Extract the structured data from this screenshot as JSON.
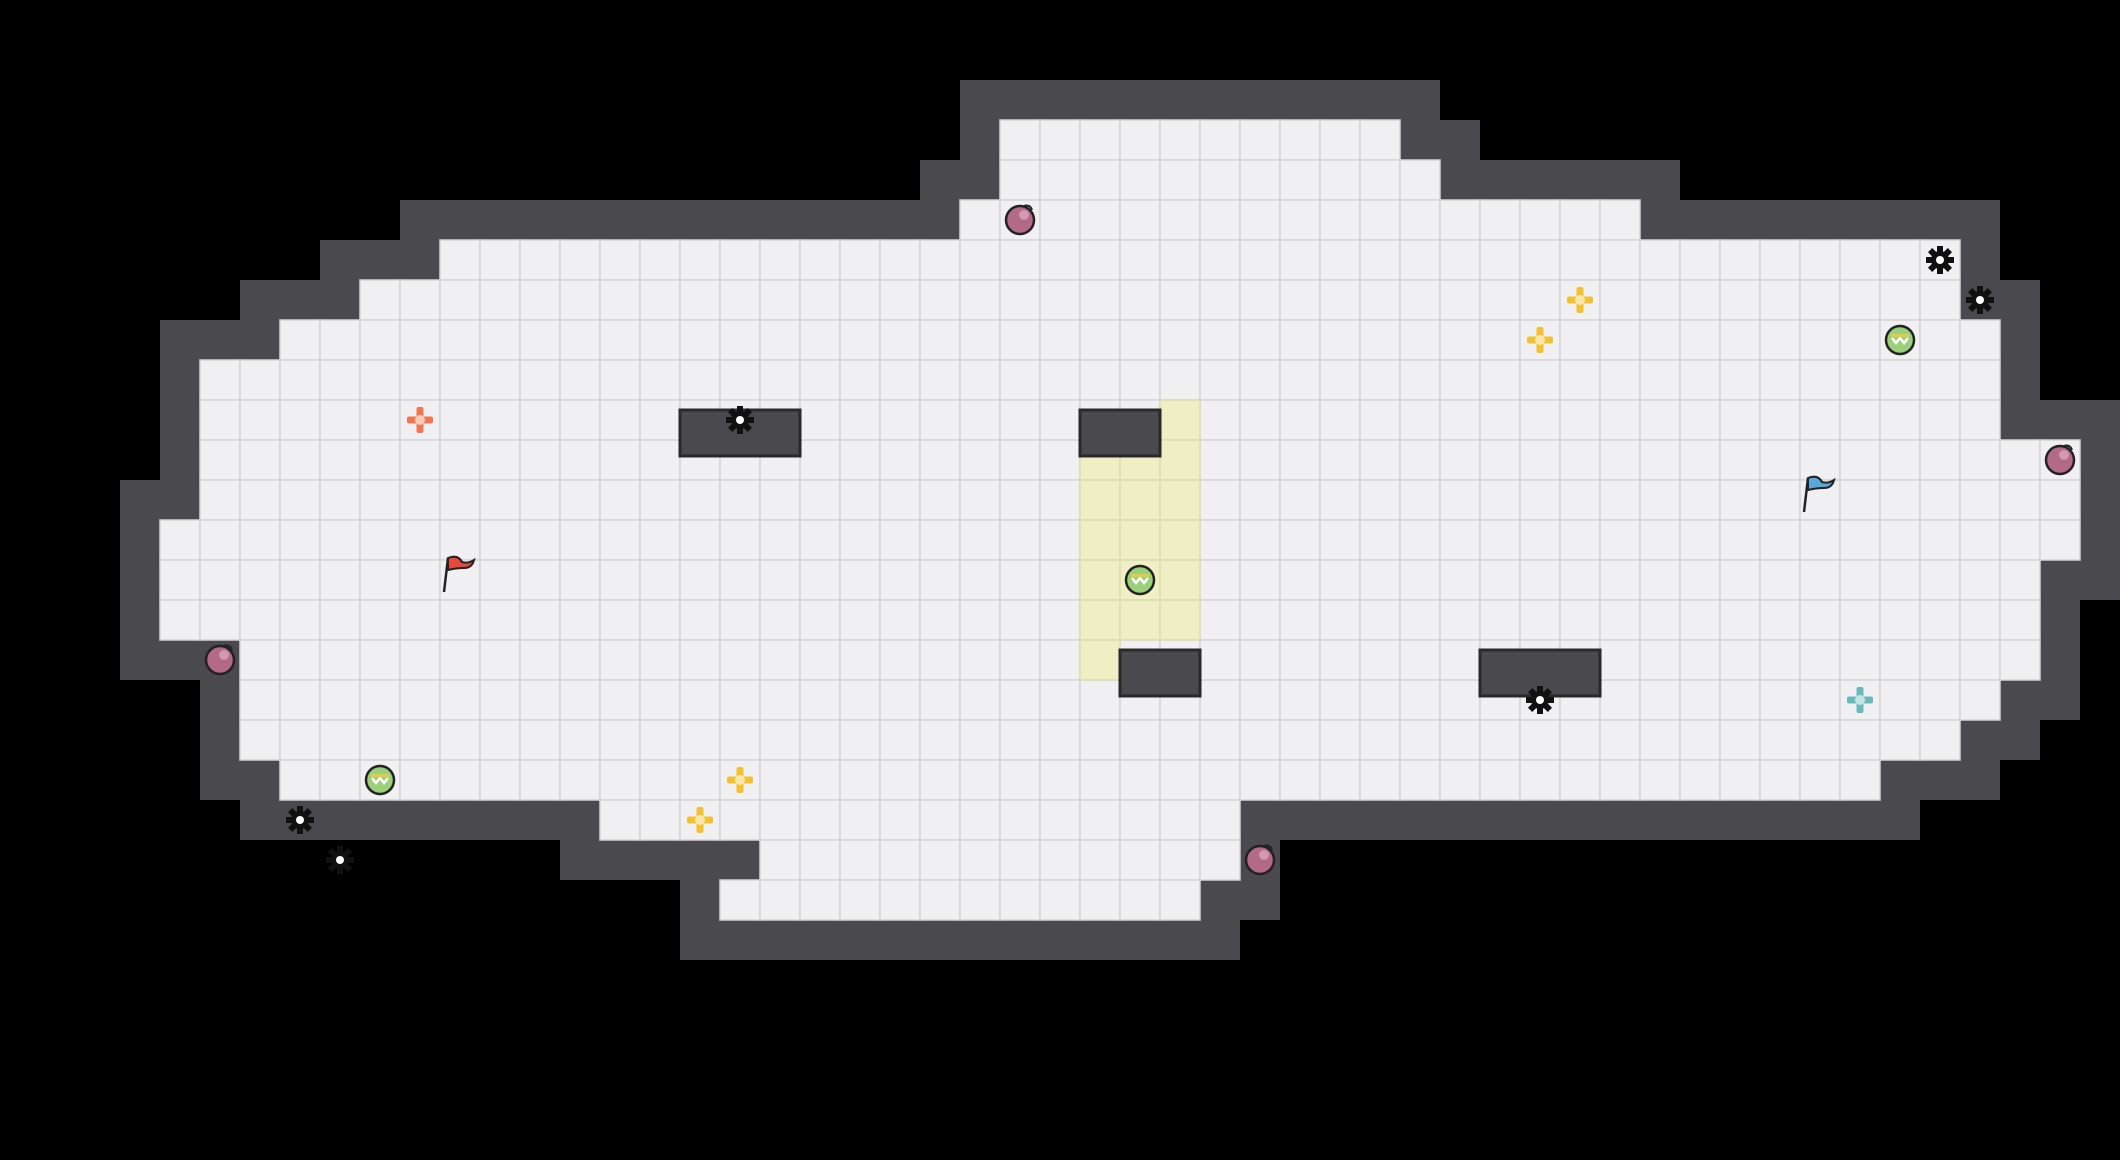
{
  "game": {
    "background": "#000000",
    "floor_color": "#f0f0f2",
    "grid_color": "#d4d4d8",
    "wall_color": "#4a4a4e",
    "wall_edge_color": "#2a2a2c",
    "highlight_color": "#efeec4",
    "rows": [
      {
        "r": 1,
        "c0": 23,
        "c1": 32
      },
      {
        "r": 2,
        "c0": 23,
        "c1": 33
      },
      {
        "r": 3,
        "c0": 22,
        "c1": 38
      },
      {
        "r": 4,
        "c0": 9,
        "c1": 46
      },
      {
        "r": 5,
        "c0": 7,
        "c1": 46
      },
      {
        "r": 6,
        "c0": 5,
        "c1": 47
      },
      {
        "r": 7,
        "c0": 3,
        "c1": 47
      },
      {
        "r": 8,
        "c0": 3,
        "c1": 47
      },
      {
        "r": 9,
        "c0": 3,
        "c1": 49
      },
      {
        "r": 10,
        "c0": 3,
        "c1": 49
      },
      {
        "r": 11,
        "c0": 2,
        "c1": 49
      },
      {
        "r": 12,
        "c0": 2,
        "c1": 48
      },
      {
        "r": 13,
        "c0": 2,
        "c1": 48
      },
      {
        "r": 14,
        "c0": 4,
        "c1": 48
      },
      {
        "r": 15,
        "c0": 4,
        "c1": 47
      },
      {
        "r": 16,
        "c0": 4,
        "c1": 46
      },
      {
        "r": 17,
        "c0": 5,
        "c1": 44
      },
      {
        "r": 18,
        "c0": 13,
        "c1": 28
      },
      {
        "r": 19,
        "c0": 17,
        "c1": 28
      },
      {
        "r": 20,
        "c0": 16,
        "c1": 27
      }
    ],
    "highlight": [
      {
        "r": 8,
        "c": 27
      },
      {
        "r": 9,
        "c": 25
      },
      {
        "r": 9,
        "c": 26
      },
      {
        "r": 9,
        "c": 27
      },
      {
        "r": 10,
        "c": 25
      },
      {
        "r": 10,
        "c": 26
      },
      {
        "r": 10,
        "c": 27
      },
      {
        "r": 11,
        "c": 25
      },
      {
        "r": 11,
        "c": 26
      },
      {
        "r": 11,
        "c": 27
      },
      {
        "r": 12,
        "c": 25
      },
      {
        "r": 12,
        "c": 26
      },
      {
        "r": 12,
        "c": 27
      },
      {
        "r": 13,
        "c": 25
      },
      {
        "r": 13,
        "c": 26
      },
      {
        "r": 13,
        "c": 27
      },
      {
        "r": 14,
        "c": 25
      }
    ],
    "inner_walls": [
      {
        "name": "wall-block-left",
        "r0": 8,
        "r1": 9,
        "c0": 15,
        "c1": 18
      },
      {
        "name": "wall-block-center-top",
        "r0": 8,
        "r1": 9,
        "c0": 25,
        "c1": 27
      },
      {
        "name": "wall-block-center-bottom",
        "r0": 14,
        "r1": 15,
        "c0": 26,
        "c1": 28
      },
      {
        "name": "wall-block-right",
        "r0": 14,
        "r1": 15,
        "c0": 35,
        "c1": 38
      }
    ],
    "items": [
      {
        "type": "orb",
        "icon": "purple-orb-icon",
        "c": 23.5,
        "r": 3.5
      },
      {
        "type": "orb",
        "icon": "purple-orb-icon",
        "c": 3.5,
        "r": 14.5
      },
      {
        "type": "orb",
        "icon": "purple-orb-icon",
        "c": 29.5,
        "r": 19.5
      },
      {
        "type": "orb",
        "icon": "purple-orb-icon",
        "c": 49.5,
        "r": 9.5
      },
      {
        "type": "gem",
        "icon": "green-gem-icon",
        "c": 26.5,
        "r": 12.5
      },
      {
        "type": "gem",
        "icon": "green-gem-icon",
        "c": 7.5,
        "r": 17.5
      },
      {
        "type": "gem",
        "icon": "green-gem-icon",
        "c": 45.5,
        "r": 6.5
      },
      {
        "type": "gear",
        "icon": "gear-icon",
        "c": 16.5,
        "r": 8.5
      },
      {
        "type": "gear",
        "icon": "gear-icon",
        "c": 46.5,
        "r": 4.5
      },
      {
        "type": "gear",
        "icon": "gear-icon",
        "c": 47.5,
        "r": 5.5
      },
      {
        "type": "gear",
        "icon": "gear-icon",
        "c": 36.5,
        "r": 15.5
      },
      {
        "type": "gear",
        "icon": "gear-icon",
        "c": 5.5,
        "r": 18.5
      },
      {
        "type": "gear",
        "icon": "gear-icon",
        "c": 6.5,
        "r": 19.5
      },
      {
        "type": "cross",
        "icon": "yellow-cross-icon",
        "color": "#f2c230",
        "c": 37.5,
        "r": 5.5
      },
      {
        "type": "cross",
        "icon": "yellow-cross-icon",
        "color": "#f2c230",
        "c": 36.5,
        "r": 6.5
      },
      {
        "type": "cross",
        "icon": "yellow-cross-icon",
        "color": "#f2c230",
        "c": 16.5,
        "r": 17.5
      },
      {
        "type": "cross",
        "icon": "yellow-cross-icon",
        "color": "#f2c230",
        "c": 15.5,
        "r": 18.5
      },
      {
        "type": "cross",
        "icon": "orange-cross-icon",
        "color": "#f07850",
        "c": 8.5,
        "r": 8.5
      },
      {
        "type": "cross",
        "icon": "teal-cross-icon",
        "color": "#6ab8bc",
        "c": 44.5,
        "r": 15.5
      },
      {
        "type": "flag",
        "icon": "red-flag-icon",
        "color": "#e8483c",
        "c": 9.3,
        "r": 12.3
      },
      {
        "type": "flag",
        "icon": "blue-flag-icon",
        "color": "#5aa8d8",
        "c": 43.3,
        "r": 10.3
      }
    ]
  }
}
